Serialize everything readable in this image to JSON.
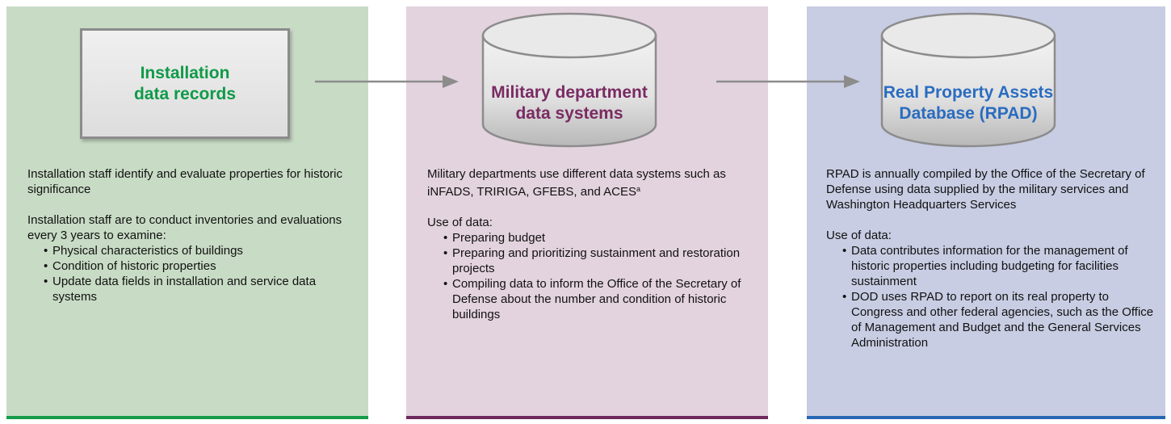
{
  "colors": {
    "panel1_bg": "#c8dcc5",
    "panel1_bar": "#169c4a",
    "panel1_title": "#0f9a48",
    "panel2_bg": "#e3d3de",
    "panel2_bar": "#6e2a5c",
    "panel2_title": "#7a2a63",
    "panel3_bg": "#c8cde3",
    "panel3_bar": "#2767b4",
    "panel3_title": "#2a6cc0",
    "arrow": "#8c8c8c"
  },
  "panels": [
    {
      "node_title": "Installation\ndata records",
      "intro": "Installation staff identify and evaluate properties for historic significance",
      "second": "Installation staff are to conduct inventories and evaluations every 3 years to examine:",
      "bullets": [
        "Physical characteristics of buildings",
        "Condition of historic properties",
        "Update data fields in installation and service data systems"
      ]
    },
    {
      "node_title": "Military department\ndata systems",
      "intro": "Military departments use different data systems such as iNFADS, TRIRIGA, GFEBS, and ACES",
      "intro_footnote": "a",
      "second": "Use of data:",
      "bullets": [
        "Preparing budget",
        "Preparing and prioritizing sustainment and restoration projects",
        "Compiling data to inform the Office of the Secretary of Defense about the number and condition of historic buildings"
      ]
    },
    {
      "node_title": "Real Property Assets\nDatabase (RPAD)",
      "intro": "RPAD is annually compiled by the Office of the Secretary of Defense using data supplied by the military services and Washington Headquarters Services",
      "second": "Use of data:",
      "bullets": [
        "Data contributes information for the management of historic properties including budgeting for facilities sustainment",
        "DOD uses RPAD to report on its real property to Congress and other federal agencies, such as the Office of Management and Budget and the General Services Administration"
      ]
    }
  ]
}
